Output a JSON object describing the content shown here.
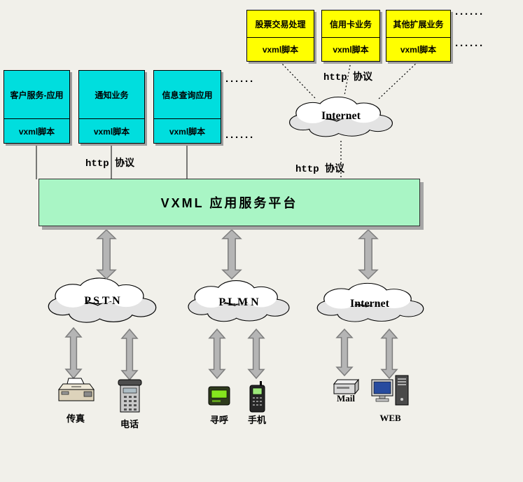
{
  "ellipsis": "······",
  "top_services": {
    "boxes": [
      {
        "label": "股票交易处理",
        "script": "vxml脚本"
      },
      {
        "label": "信用卡业务",
        "script": "vxml脚本"
      },
      {
        "label": "其他扩展业务",
        "script": "vxml脚本"
      }
    ]
  },
  "left_services": {
    "boxes": [
      {
        "label": "客户服务-应用",
        "script": "vxml脚本"
      },
      {
        "label": "通知业务",
        "script": "vxml脚本"
      },
      {
        "label": "信息查询应用",
        "script": "vxml脚本"
      }
    ]
  },
  "protocols": {
    "top": "http 协议",
    "left": "http 协议",
    "middle": "http 协议"
  },
  "platform": {
    "label": "VXML 应用服务平台"
  },
  "clouds": {
    "internet_top": "Internet",
    "pstn": "P S T N",
    "plmn": "P L M N",
    "internet_bottom": "Internet"
  },
  "devices": {
    "fax": "传真",
    "telephone": "电话",
    "pager": "寻呼",
    "mobile": "手机",
    "mail": "Mail",
    "web": "WEB"
  },
  "colors": {
    "service_box_yellow": "#ffff00",
    "service_box_cyan": "#00dede",
    "platform_green": "#a9f5c5",
    "arrow_gray": "#b5b5b5",
    "background": "#f1f0ea"
  }
}
